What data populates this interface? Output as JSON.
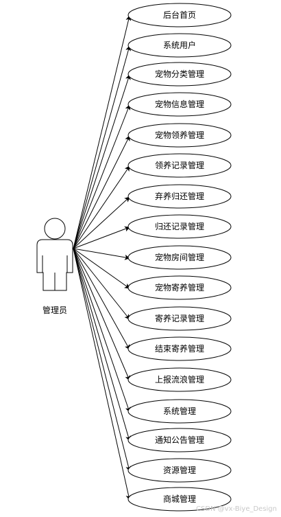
{
  "actor": {
    "label": "管理员"
  },
  "use_cases": [
    {
      "label": "后台首页"
    },
    {
      "label": "系统用户"
    },
    {
      "label": "宠物分类管理"
    },
    {
      "label": "宠物信息管理"
    },
    {
      "label": "宠物领养管理"
    },
    {
      "label": "领养记录管理"
    },
    {
      "label": "弃养归还管理"
    },
    {
      "label": "归还记录管理"
    },
    {
      "label": "宠物房间管理"
    },
    {
      "label": "宠物寄养管理"
    },
    {
      "label": "寄养记录管理"
    },
    {
      "label": "结束寄养管理"
    },
    {
      "label": "上报流浪管理"
    },
    {
      "label": "系统管理"
    },
    {
      "label": "通知公告管理"
    },
    {
      "label": "资源管理"
    },
    {
      "label": "商城管理"
    }
  ],
  "watermark": "CSDN @vx-Biye_Design",
  "colors": {
    "stroke": "#000000",
    "background": "#ffffff",
    "watermark": "#c8c8c8"
  }
}
